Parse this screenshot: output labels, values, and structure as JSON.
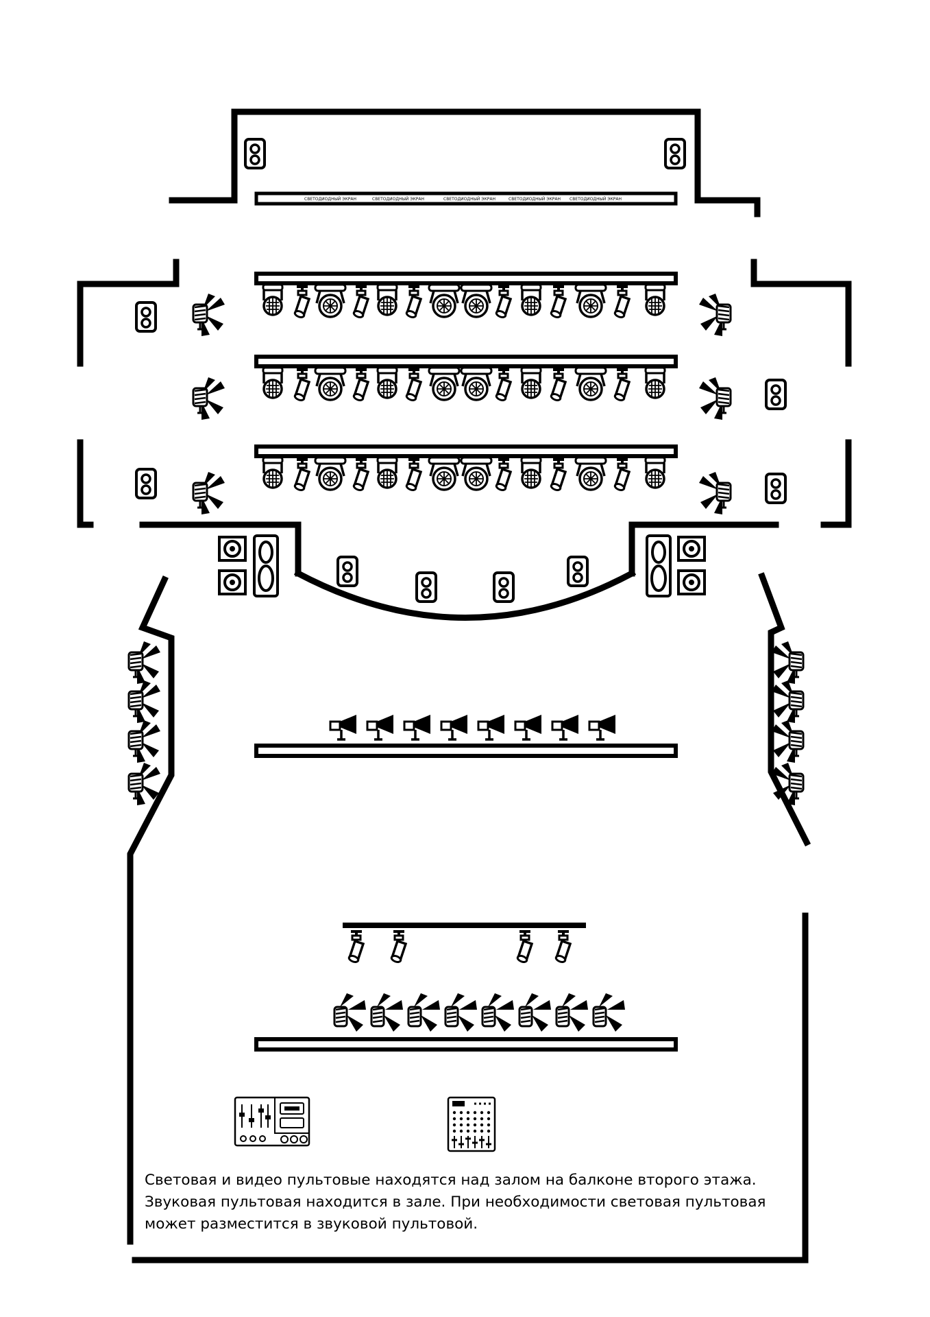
{
  "screen": {
    "labels": [
      "СВЕТОДИОДНЫЙ ЭКРАН",
      "СВЕТОДИОДНЫЙ ЭКРАН",
      "СВЕТОДИОДНЫЙ ЭКРАН",
      "СВЕТОДИОДНЫЙ ЭКРАН",
      "СВЕТОДИОДНЫЙ ЭКРАН"
    ]
  },
  "icons": {
    "speaker": "speaker-icon",
    "monitor_speaker": "monitor-speaker-icon",
    "column_speaker": "column-speaker-icon",
    "fresnel": "fresnel-light-icon",
    "profile_spot": "profile-spot-icon",
    "moving_head": "moving-head-icon",
    "led_par": "led-par-icon",
    "strobe": "strobe-icon",
    "follow_spot": "follow-spot-icon",
    "video_console": "video-console-icon",
    "sound_mixer": "sound-mixer-icon"
  },
  "note": {
    "lines": [
      "Световая и видео пультовые находятся над залом на балконе второго этажа.",
      "Звуковая пультовая находится в зале. При необходимости световая пультовая",
      "может разместится в звуковой пультовой."
    ]
  }
}
